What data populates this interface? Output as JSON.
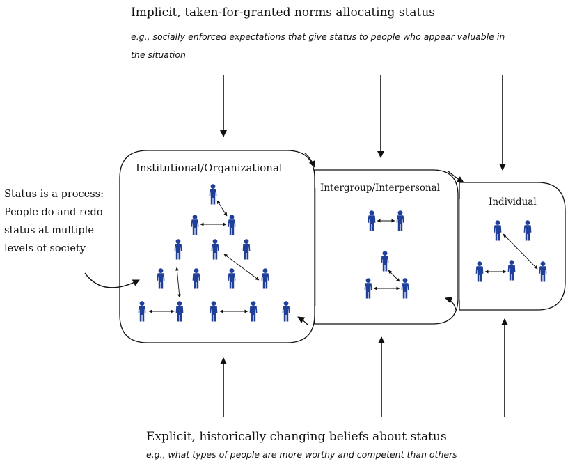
{
  "top": {
    "title": "Implicit, taken-for-granted norms allocating status",
    "subtitle": "e.g., socially enforced expectations that give status to people who appear valuable in the situation"
  },
  "bottom": {
    "title": "Explicit, historically changing beliefs about status",
    "subtitle": "e.g., what types of people are more worthy and competent than others"
  },
  "side_note": "Status is a process: People do and redo status at multiple levels of society",
  "levels": {
    "institutional": "Institutional/Organizational",
    "intergroup": "Intergroup/Interpersonal",
    "individual": "Individual"
  },
  "colors": {
    "figure": "#1f3f99",
    "line": "#111111"
  },
  "icons": {
    "person": "person-icon",
    "link": "double-arrow-icon"
  }
}
